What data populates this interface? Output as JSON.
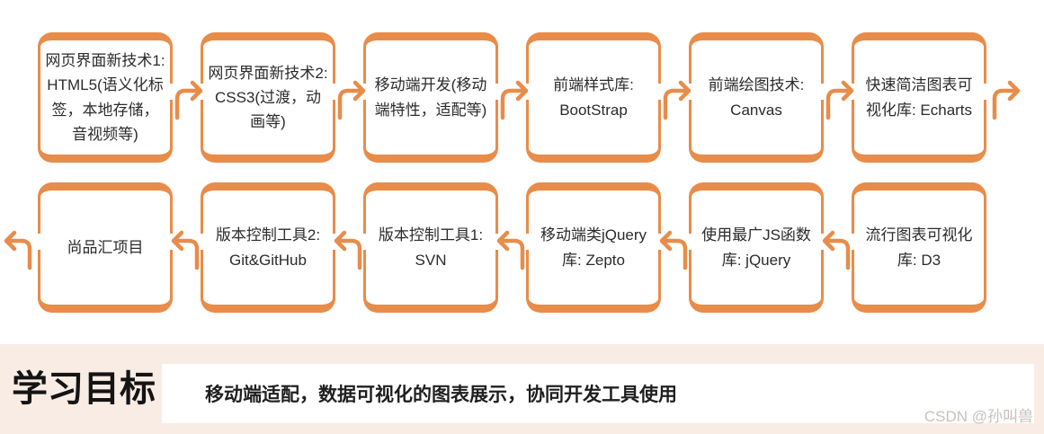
{
  "diagram": {
    "rows": [
      {
        "direction": "right",
        "nodes": [
          {
            "label": "网页界面新技术1: HTML5(语义化标签，本地存储，音视频等)"
          },
          {
            "label": "网页界面新技术2: CSS3(过渡，动画等)"
          },
          {
            "label": "移动端开发(移动端特性，适配等)"
          },
          {
            "label": "前端样式库: BootStrap"
          },
          {
            "label": "前端绘图技术: Canvas"
          },
          {
            "label": "快速简洁图表可视化库: Echarts"
          }
        ]
      },
      {
        "direction": "left",
        "nodes": [
          {
            "label": "尚品汇项目"
          },
          {
            "label": "版本控制工具2: Git&GitHub"
          },
          {
            "label": "版本控制工具1: SVN"
          },
          {
            "label": "移动端类jQuery库: Zepto"
          },
          {
            "label": "使用最广JS函数库: jQuery"
          },
          {
            "label": "流行图表可视化库: D3"
          }
        ]
      }
    ]
  },
  "footer": {
    "heading": "学习目标",
    "description": "移动端适配，数据可视化的图表展示，协同开发工具使用"
  },
  "watermark": "CSDN @孙叫兽",
  "colors": {
    "accent": "#E88C4A",
    "footer_background": "#F9ECE5",
    "text": "#2B2B2B",
    "watermark": "#C8C2BD"
  }
}
